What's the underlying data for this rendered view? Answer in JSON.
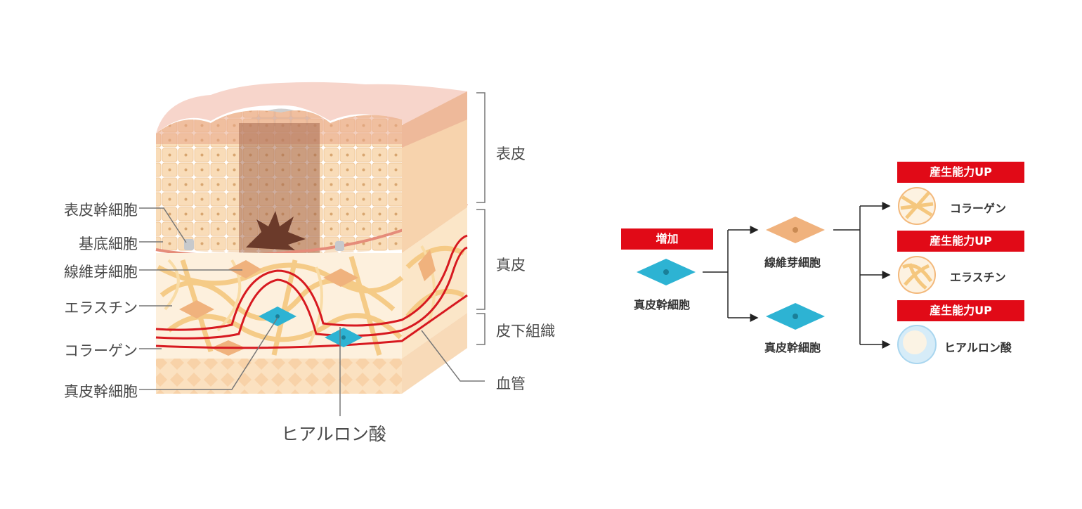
{
  "left_diagram": {
    "left_labels": [
      "表皮幹細胞",
      "基底細胞",
      "線維芽細胞",
      "エラスチン",
      "コラーゲン",
      "真皮幹細胞"
    ],
    "layer_labels": [
      "表皮",
      "真皮",
      "皮下組織"
    ],
    "vessel_label": "血管",
    "bottom_label": "ヒアルロン酸"
  },
  "right_diagram": {
    "increase_badge": "増加",
    "source_cell": "真皮幹細胞",
    "middle_cells": [
      "線維芽細胞",
      "真皮幹細胞"
    ],
    "badge": "産生能力UP",
    "products": [
      "コラーゲン",
      "エラスチン",
      "ヒアルロン酸"
    ]
  },
  "colors": {
    "accent_red": "#e10a17",
    "stem_cell": "#2db3d3",
    "fibroblast": "#f0b27d",
    "vessel": "#d71920",
    "fiber": "#f5c77e"
  }
}
